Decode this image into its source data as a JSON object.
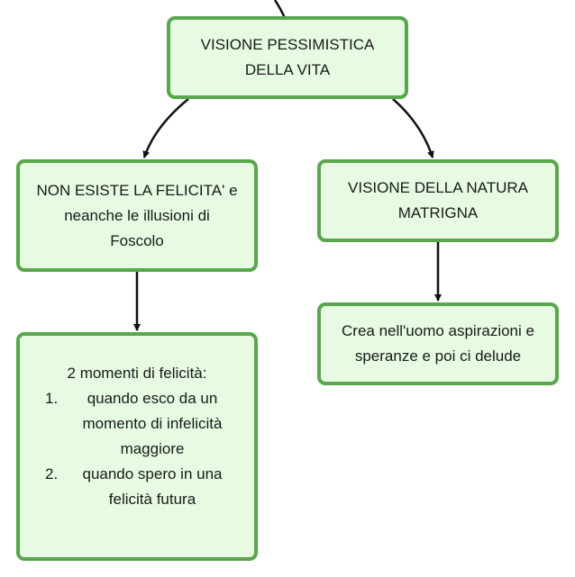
{
  "diagram": {
    "root": {
      "label_line1": "VISIONE PESSIMISTICA",
      "label_line2": "DELLA VITA"
    },
    "left": {
      "label_line1": "NON ESISTE LA FELICITA' e",
      "label_line2": "neanche le illusioni di",
      "label_line3": "Foscolo"
    },
    "right": {
      "label_line1": "VISIONE DELLA NATURA",
      "label_line2": "MATRIGNA"
    },
    "bottom_right": {
      "label_line1": "Crea nell'uomo aspirazioni e",
      "label_line2": "speranze e poi ci delude"
    },
    "bottom_left": {
      "title": "2 momenti di felicità:",
      "items": [
        {
          "num": "1.",
          "text": "quando esco da un momento di infelicità maggiore"
        },
        {
          "num": "2.",
          "text": "quando spero in una felicità futura"
        }
      ]
    }
  },
  "colors": {
    "node_fill": "#e6fbe2",
    "node_border": "#5aa64f",
    "arrow": "#111111"
  }
}
